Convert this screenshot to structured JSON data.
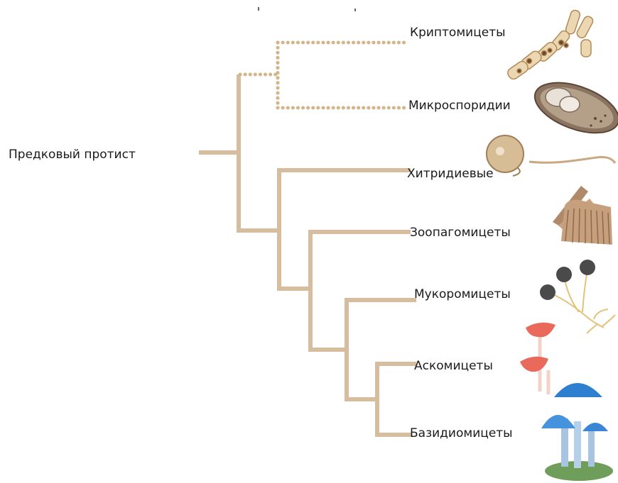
{
  "root": {
    "label": "Предковый протист"
  },
  "taxa": [
    {
      "label": "Криптомицеты",
      "uncertain_lineage": true
    },
    {
      "label": "Микроспоридии",
      "uncertain_lineage": true
    },
    {
      "label": "Хитридиевые",
      "uncertain_lineage": false
    },
    {
      "label": "Зоопагомицеты",
      "uncertain_lineage": false
    },
    {
      "label": "Мукоромицеты",
      "uncertain_lineage": false
    },
    {
      "label": "Аскомицеты",
      "uncertain_lineage": false
    },
    {
      "label": "Базидиомицеты",
      "uncertain_lineage": false
    }
  ],
  "colors": {
    "branch": "#d6bd9f",
    "dotted_branch": "#d4b48a",
    "text": "#1a1a1a"
  }
}
